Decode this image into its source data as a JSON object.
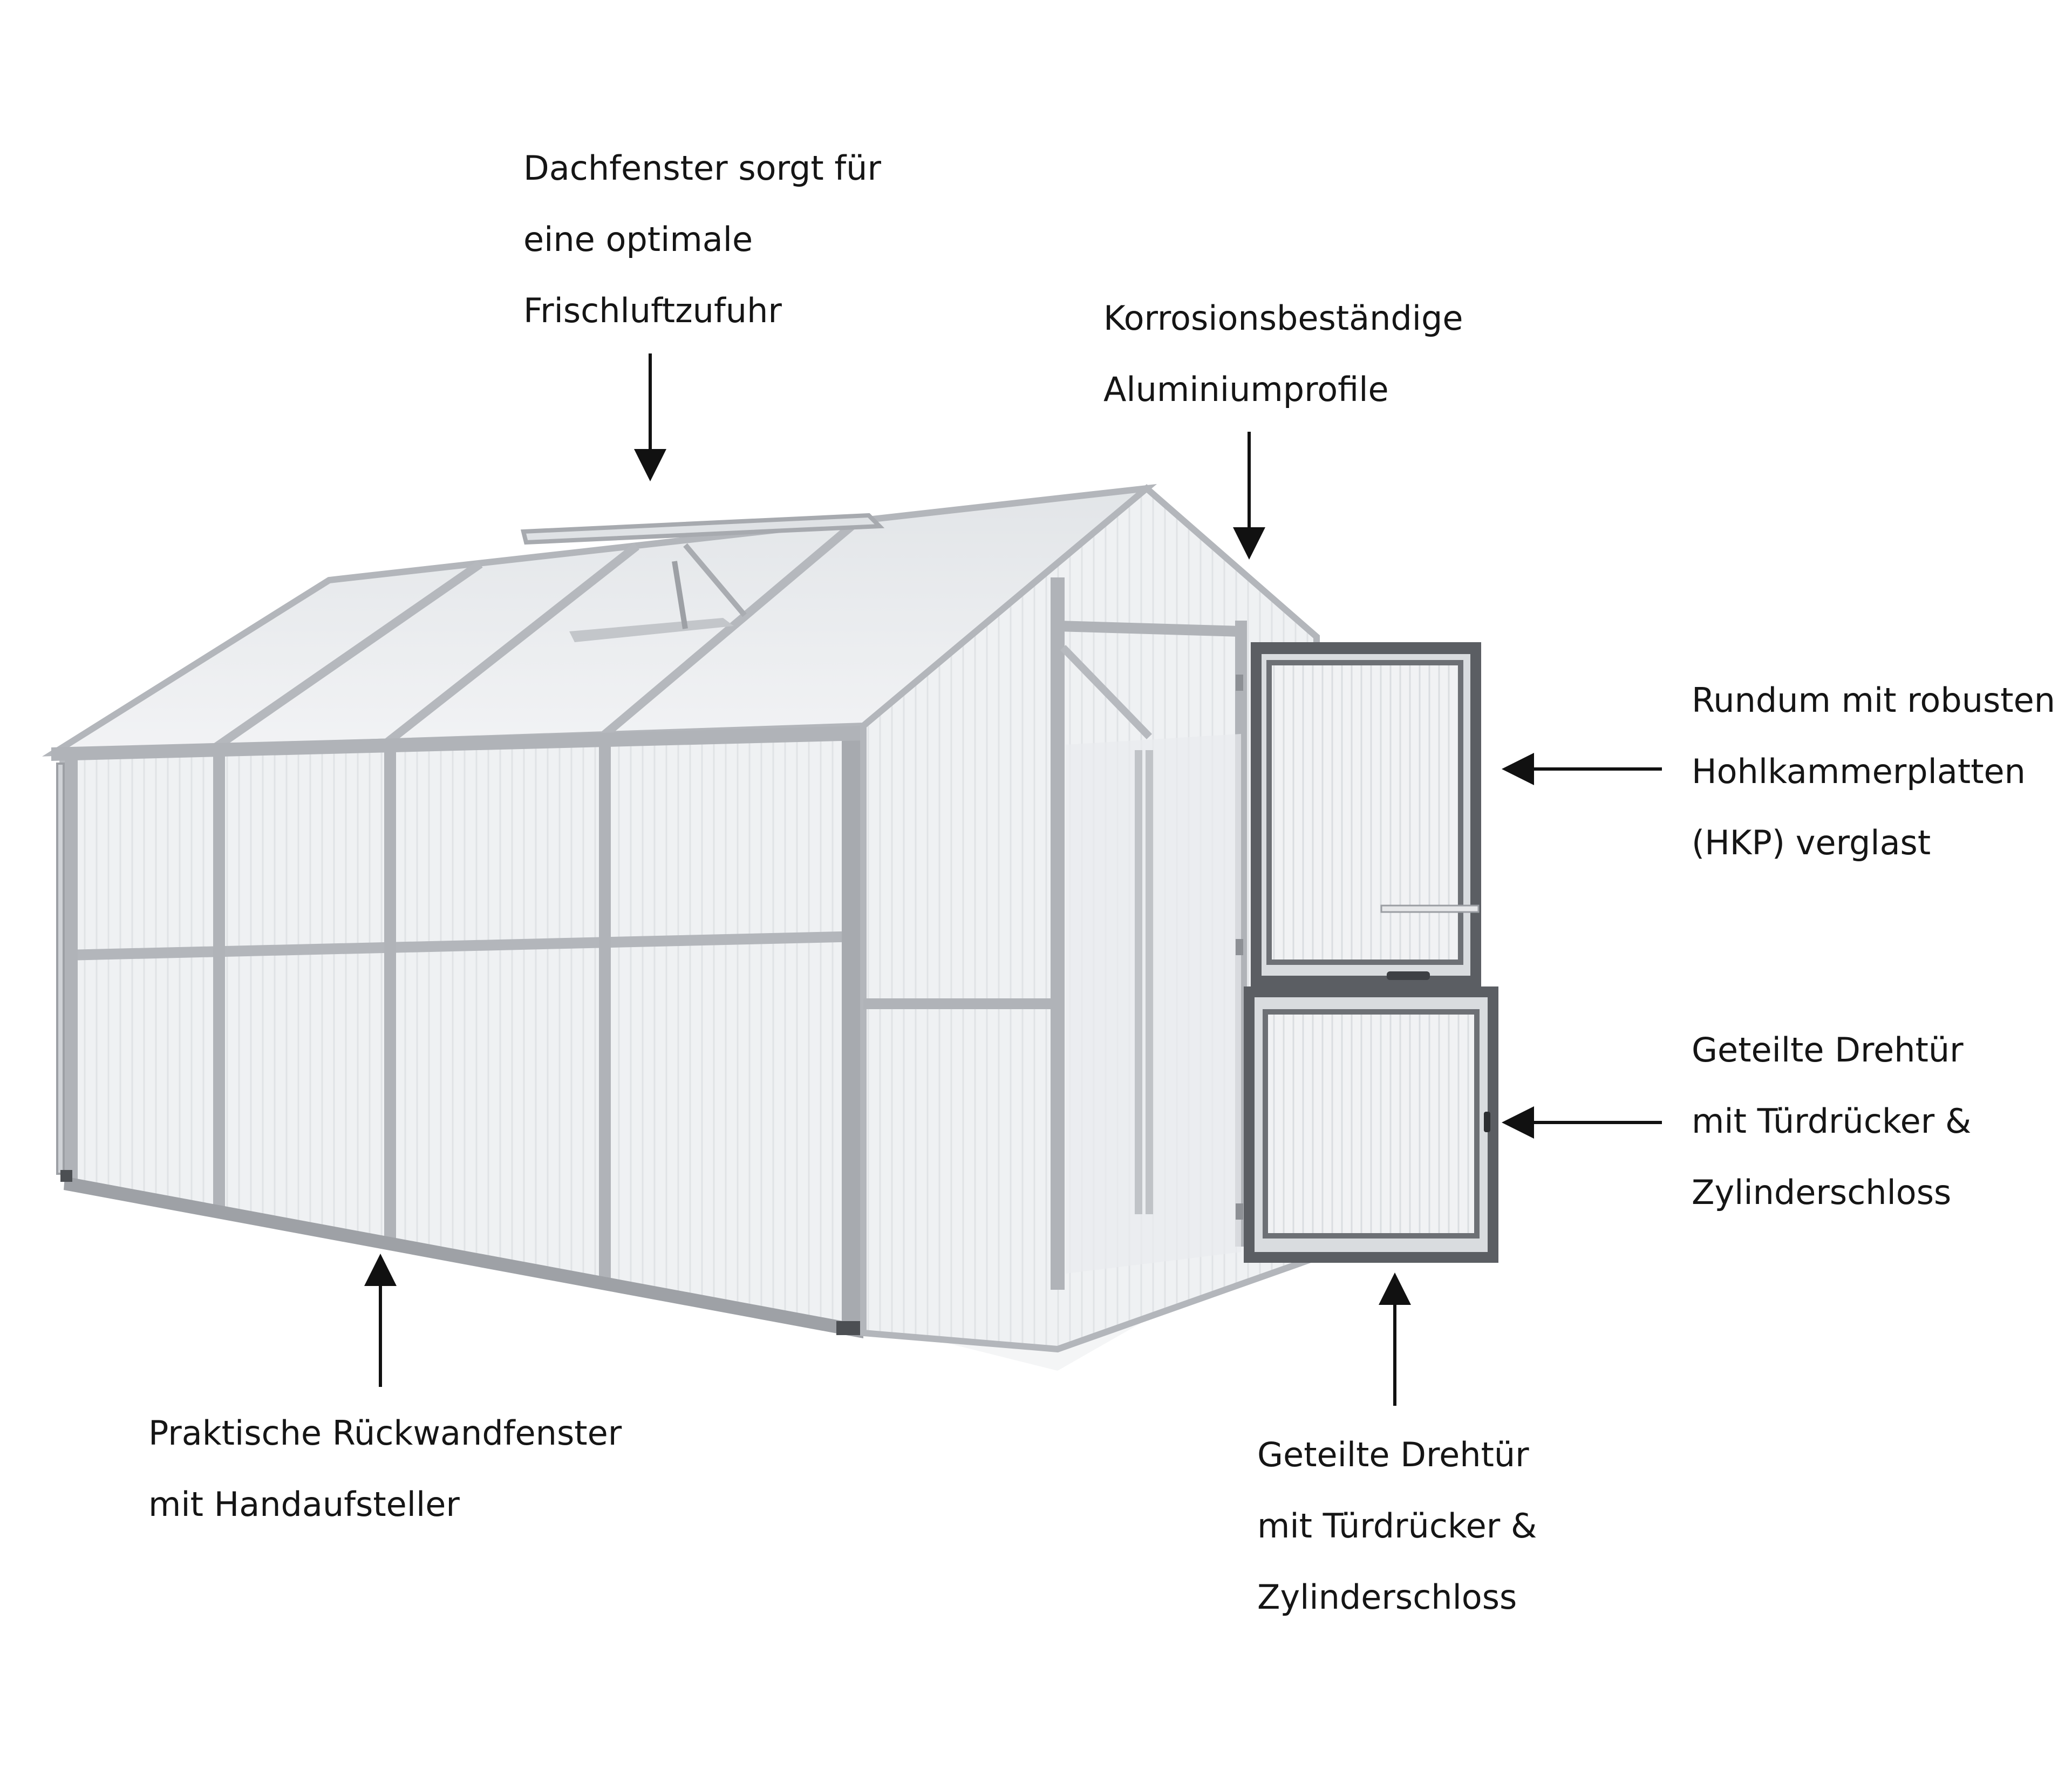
{
  "callouts": {
    "roof_window": [
      "Dachfenster sorgt für",
      "eine optimale",
      "Frischluftzufuhr"
    ],
    "aluminium": [
      "Korrosionsbeständige",
      "Aluminiumprofile"
    ],
    "panels": [
      "Rundum mit robusten",
      "Hohlkammerplatten",
      "(HKP) verglast"
    ],
    "door_side": [
      "Geteilte Drehtür",
      "mit Türdrücker &",
      "Zylinderschloss"
    ],
    "rear_window": [
      "Praktische Rückwandfenster",
      "mit Handaufsteller"
    ],
    "door_bottom": [
      "Geteilte Drehtür",
      "mit Türdrücker &",
      "Zylinderschloss"
    ]
  },
  "colors": {
    "background": "#ffffff",
    "frame": "#b9bcc1",
    "frame_dark": "#8e9297",
    "panel": "#eef0f2",
    "door_frame": "#4e5156",
    "arrow": "#111111"
  }
}
